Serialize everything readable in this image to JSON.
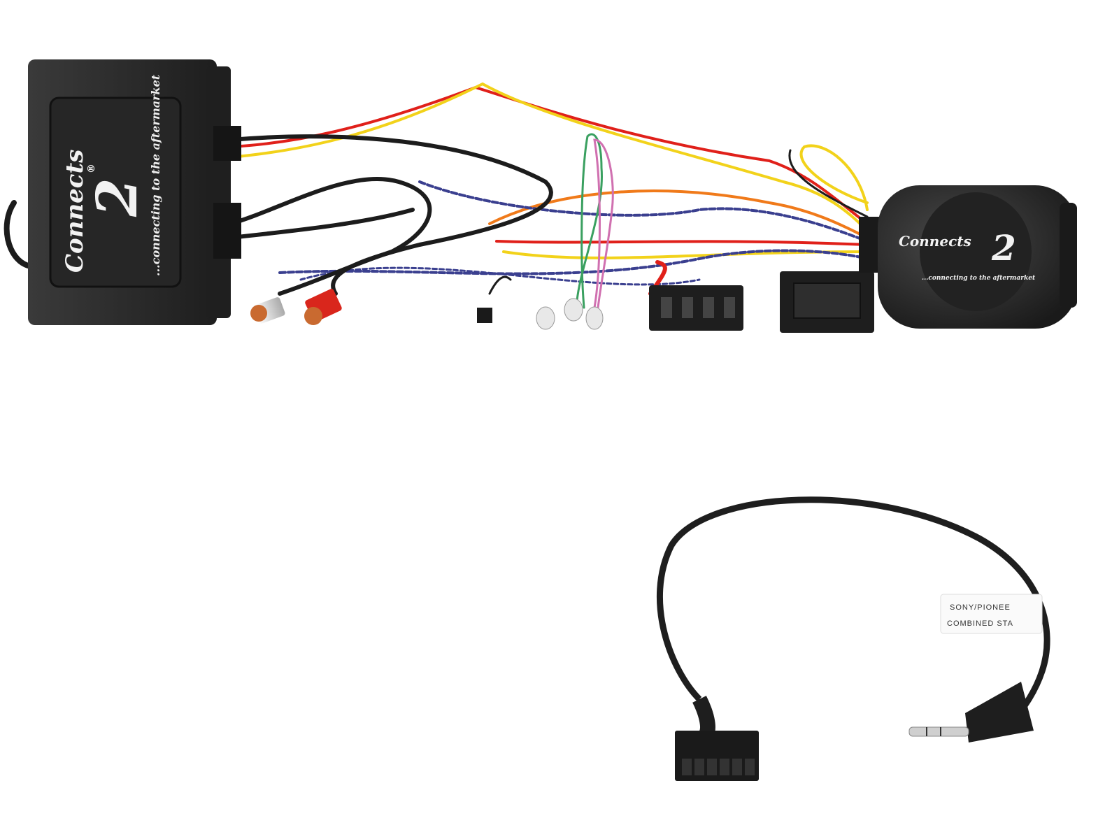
{
  "product": {
    "brand_logo": {
      "name": "Connects",
      "mark": "2",
      "registered": "®"
    },
    "tagline": "...connecting to the aftermarket",
    "cable_label": {
      "line1": "SONY/PIONEE",
      "line2": "COMBINED STA"
    }
  },
  "colors": {
    "housing": "#2b2b2b",
    "wire_red": "#e0201a",
    "wire_yellow": "#f2d21a",
    "wire_orange": "#f07a1a",
    "wire_blue": "#3a3f8f",
    "wire_green": "#3aa060",
    "wire_pink": "#d070b0",
    "wire_black": "#1c1c1c"
  }
}
